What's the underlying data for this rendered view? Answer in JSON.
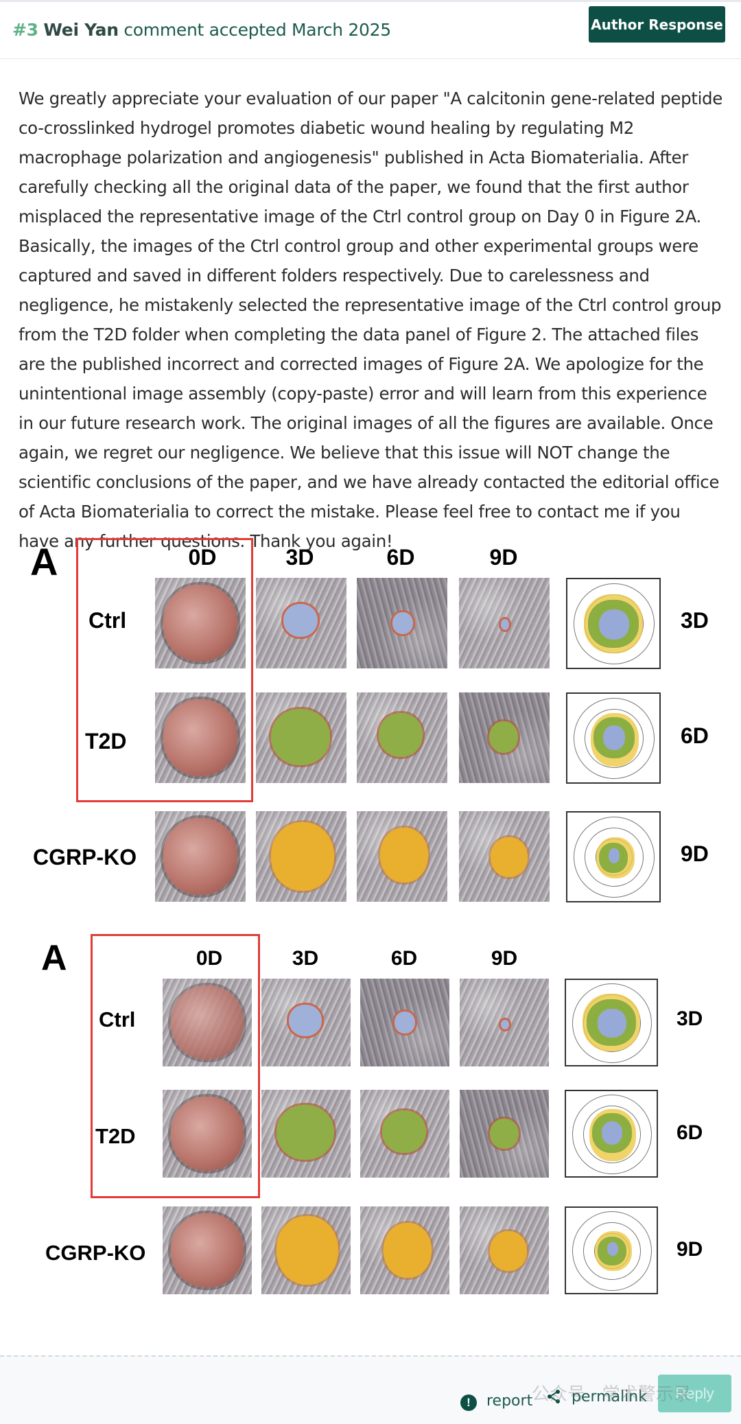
{
  "header": {
    "number": "#3",
    "author": "Wei Yan",
    "status_text": "comment accepted March 2025",
    "author_response_label": "Author Response"
  },
  "comment_body": "We greatly appreciate your evaluation of our paper \"A calcitonin gene-related peptide co-crosslinked hydrogel promotes diabetic wound healing by regulating M2 macrophage polarization and angiogenesis\" published in Acta Biomaterialia. After carefully checking all the original data of the paper, we found that the first author misplaced the representative image of the Ctrl control group on Day 0 in Figure 2A. Basically, the images of the Ctrl control group and other experimental groups were captured and saved in different folders respectively. Due to carelessness and negligence, he mistakenly selected the representative image of the Ctrl control group from the T2D folder when completing the data panel of Figure 2. The attached files are the published incorrect and corrected images of Figure 2A. We apologize for the unintentional image assembly (copy-paste) error and will learn from this experience in our future research work. The original images of all the figures are available. Once again, we regret our negligence. We believe that this issue will NOT change the scientific conclusions of the paper, and we have already contacted the editorial office of Acta Biomaterialia to correct the mistake. Please feel free to contact me if you have any further questions. Thank you again!",
  "figures": [
    {
      "panel_letter": "A",
      "columns": [
        "0D",
        "3D",
        "6D",
        "9D"
      ],
      "rows": [
        "Ctrl",
        "T2D",
        "CGRP-KO"
      ],
      "radar_labels": [
        "3D",
        "6D",
        "9D"
      ]
    },
    {
      "panel_letter": "A",
      "columns": [
        "0D",
        "3D",
        "6D",
        "9D"
      ],
      "rows": [
        "Ctrl",
        "T2D",
        "CGRP-KO"
      ],
      "radar_labels": [
        "3D",
        "6D",
        "9D"
      ]
    }
  ],
  "footer": {
    "report_label": "report",
    "permalink_label": "permalink",
    "reply_label": "Reply",
    "watermark": "公众号 · 学术警示录"
  },
  "colors": {
    "brand_dark": "#0e4f45",
    "brand_light": "#5fb287",
    "highlight_box": "#e23b35",
    "wound_ctrl": "#9fb1d9",
    "wound_t2d": "#8fae47",
    "wound_cgrp_ko": "#e9b02f"
  }
}
